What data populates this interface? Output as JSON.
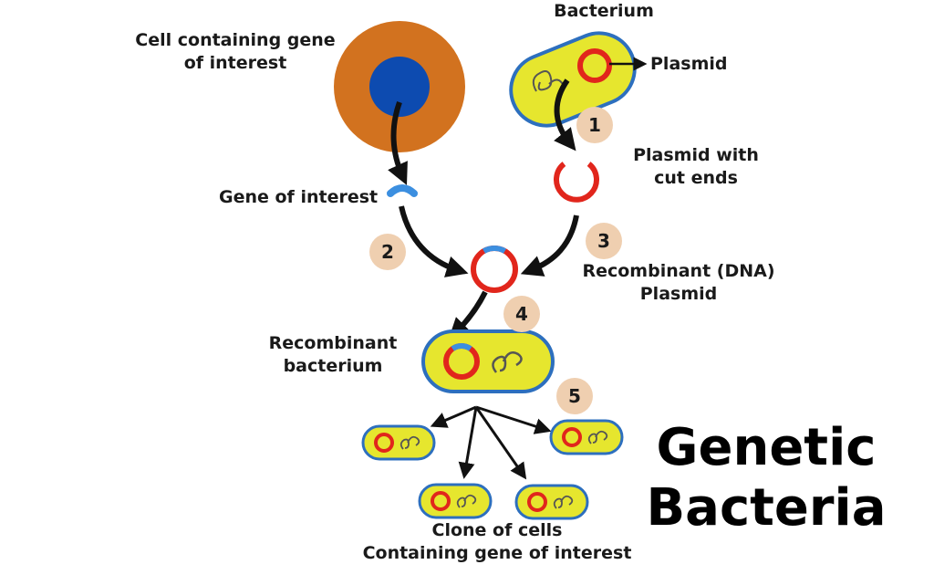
{
  "labels": {
    "bacterium": "Bacterium",
    "cell_line1": "Cell containing gene",
    "cell_line2": "of interest",
    "plasmid": "Plasmid",
    "gene_of_interest": "Gene of interest",
    "plasmid_cut_line1": "Plasmid with",
    "plasmid_cut_line2": "cut ends",
    "recombinant_plasmid_line1": "Recombinant (DNA)",
    "recombinant_plasmid_line2": "Plasmid",
    "recombinant_bacterium_line1": "Recombinant",
    "recombinant_bacterium_line2": "bacterium",
    "clone_line1": "Clone of cells",
    "clone_line2": "Containing gene of interest"
  },
  "steps": [
    "1",
    "2",
    "3",
    "4",
    "5"
  ],
  "title": {
    "line1": "Genetic",
    "line2": "Bacteria"
  },
  "colors": {
    "cell_outer": "#d2721f",
    "cell_nucleus": "#0d4bb0",
    "bacterium_fill": "#e6e62e",
    "bacterium_border": "#2d6fbe",
    "plasmid": "#e1261c",
    "gene": "#3c8fe0",
    "step_badge": "#efcfb0",
    "arrow": "#111111"
  }
}
